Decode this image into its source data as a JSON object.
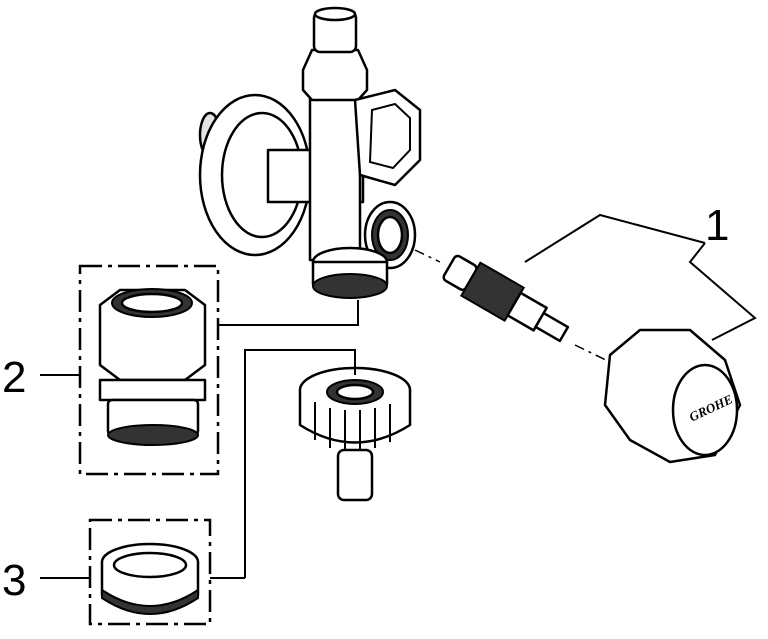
{
  "diagram": {
    "callouts": [
      {
        "number": "1",
        "part": "cartridge-and-handwheel"
      },
      {
        "number": "2",
        "part": "adaptor"
      },
      {
        "number": "3",
        "part": "ring"
      }
    ],
    "logo_text": "GROHE"
  }
}
